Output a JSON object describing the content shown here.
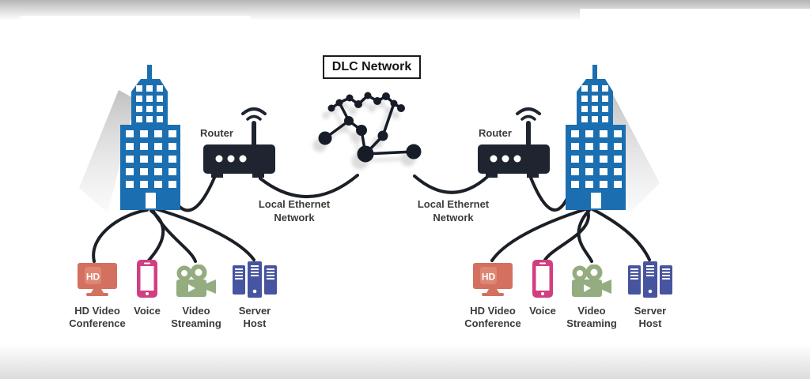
{
  "title": "DLC Network",
  "sites": [
    {
      "side": "left",
      "router_label": "Router",
      "ethernet_label": "Local Ethernet Network",
      "devices": [
        {
          "icon": "hd-monitor-icon",
          "label": "HD Video Conference",
          "badge": "HD"
        },
        {
          "icon": "phone-icon",
          "label": "Voice"
        },
        {
          "icon": "video-camera-icon",
          "label": "Video Streaming"
        },
        {
          "icon": "server-rack-icon",
          "label": "Server Host"
        }
      ]
    },
    {
      "side": "right",
      "router_label": "Router",
      "ethernet_label": "Local Ethernet Network",
      "devices": [
        {
          "icon": "hd-monitor-icon",
          "label": "HD Video Conference",
          "badge": "HD"
        },
        {
          "icon": "phone-icon",
          "label": "Voice"
        },
        {
          "icon": "video-camera-icon",
          "label": "Video Streaming"
        },
        {
          "icon": "server-rack-icon",
          "label": "Server Host"
        }
      ]
    }
  ],
  "colors": {
    "building": "#1b6fb0",
    "router": "#1e2430",
    "connector_line": "#1b1f26",
    "hd_monitor": "#d4705f",
    "phone": "#d23f80",
    "camera": "#94ac80",
    "server": "#47549f",
    "label_text": "#3b3b3b"
  }
}
